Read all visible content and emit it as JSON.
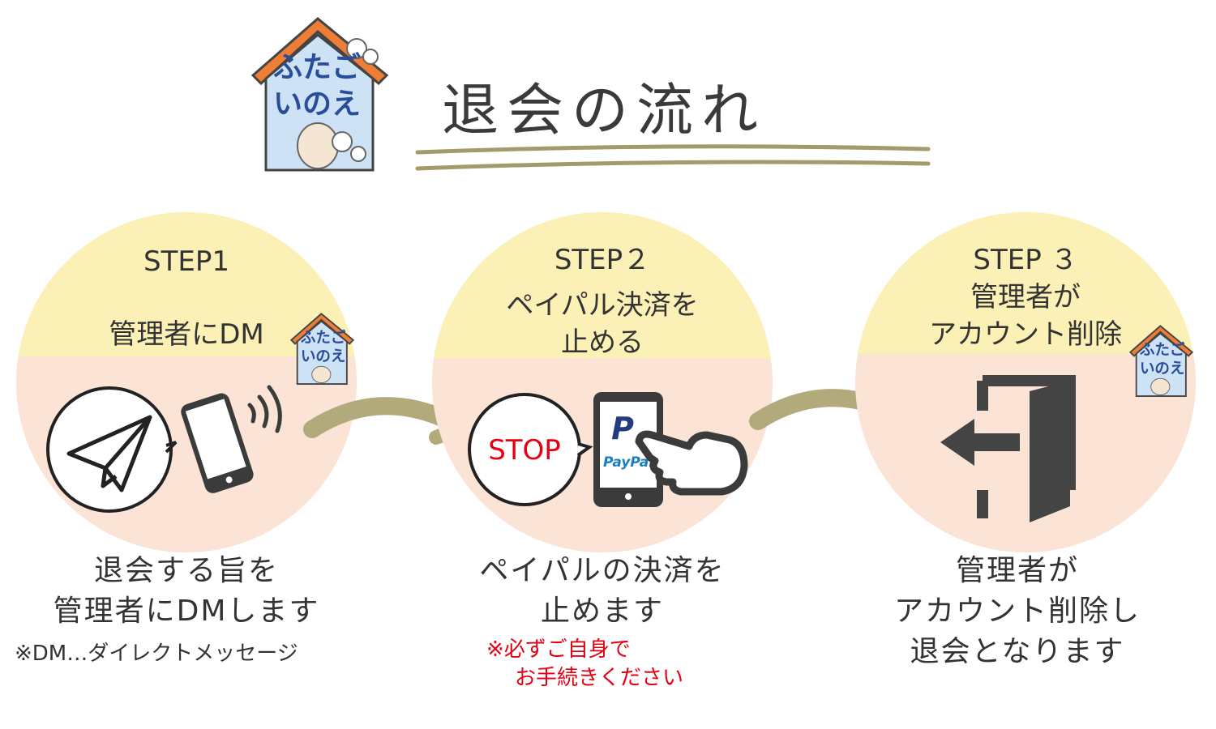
{
  "logo": {
    "text_lines": [
      "ふたご",
      "いのえ"
    ]
  },
  "title": "退会の流れ",
  "steps": [
    {
      "label": "STEP1",
      "heading": "管理者にDM",
      "desc_lines": [
        "退会する旨を",
        "管理者にDMします"
      ],
      "note": "※DM…ダイレクトメッセージ"
    },
    {
      "label": "STEP２",
      "heading_lines": [
        "ペイパル決済を",
        "止める"
      ],
      "desc_lines": [
        "ペイパルの決済を",
        "止めます"
      ],
      "note_lines": [
        "※必ずご自身で",
        "お手続きください"
      ],
      "stop_label": "STOP",
      "paypal_label": "PayPal"
    },
    {
      "label": "STEP ３",
      "heading_lines": [
        "管理者が",
        "アカウント削除"
      ],
      "desc_lines": [
        "管理者が",
        "アカウント削除し",
        "退会となります"
      ]
    }
  ],
  "colors": {
    "circle_top": "#fbf0b5",
    "circle_bottom": "#fbe3d6",
    "arrow": "#b3aa7c",
    "title_line": "#a49b6a",
    "note_red": "#e60012",
    "house_roof": "#ee7d36",
    "house_wall": "#cde3f5"
  },
  "icons": [
    "house-logo-icon",
    "paper-plane-icon",
    "smartphone-icon",
    "signal-waves-icon",
    "stop-bubble-icon",
    "paypal-phone-icon",
    "pointing-hand-icon",
    "exit-door-icon",
    "curved-arrow-icon"
  ]
}
